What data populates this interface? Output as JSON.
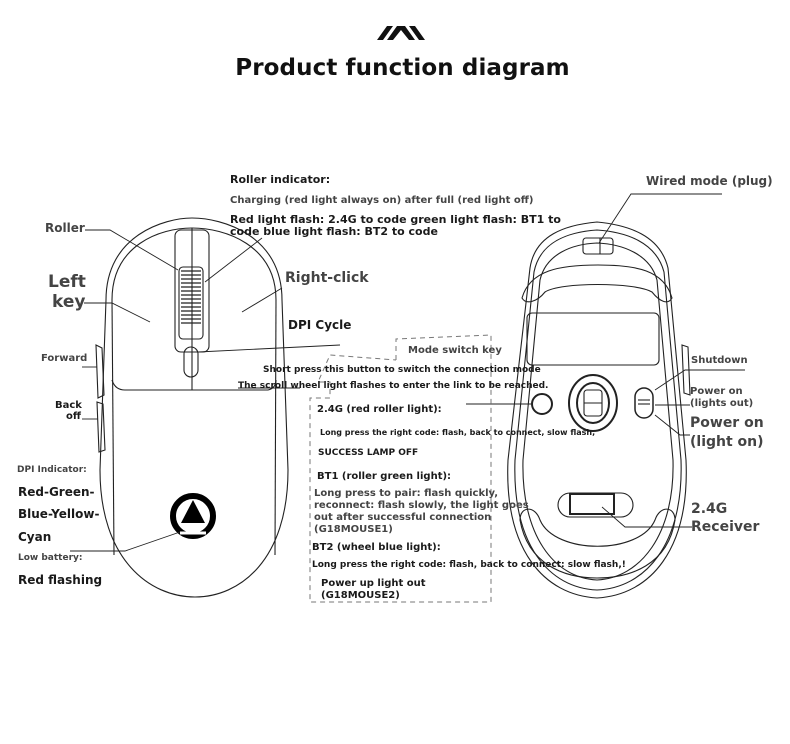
{
  "header": {
    "logo": "chevron-stripes-logo",
    "title": "Product function diagram"
  },
  "roller_indicator": {
    "heading": "Roller indicator:",
    "charging": "Charging (red light always on) after full (red light off)",
    "pairing_line1": "Red light flash: 2.4G to code green light flash: BT1 to",
    "pairing_line2": "code blue light flash: BT2 to code"
  },
  "top_view": {
    "roller": "Roller",
    "left_key_line1": "Left",
    "left_key_line2": "key",
    "right_click": "Right-click",
    "dpi_cycle": "DPI Cycle",
    "forward": "Forward",
    "back_line1": "Back",
    "back_line2": "off",
    "dpi_indicator_heading": "DPI Indicator:",
    "dpi_colors": [
      "Red-Green-",
      "Blue-Yellow-",
      "Cyan"
    ],
    "low_battery_heading": "Low battery:",
    "low_battery_value": "Red flashing"
  },
  "mode_switch": {
    "heading": "Mode switch key",
    "short_press": "Short press this button to switch the connection mode",
    "scroll_wheel": "The scroll wheel light flashes to enter the link to be reached.",
    "g24_heading": "2.4G (red roller light):",
    "g24_desc": "Long press the right code: flash, back to connect, slow flash,",
    "success": "SUCCESS LAMP OFF",
    "bt1_heading": "BT1 (roller green light):",
    "bt1_desc": [
      "Long press to pair: flash quickly,",
      "reconnect: flash slowly, the light goes",
      "out after successful connection",
      "(G18MOUSE1)"
    ],
    "bt2_heading": "BT2 (wheel blue light):",
    "bt2_desc": "Long press the right code: flash, back to connect: slow flash,!",
    "power_up": [
      "Power up light out",
      "(G18MOUSE2)"
    ]
  },
  "bottom_view": {
    "wired_mode": "Wired mode (plug)",
    "shutdown": "Shutdown",
    "power_on_out": [
      "Power on",
      "(lights out)"
    ],
    "power_on_on": [
      "Power on",
      "(light on)"
    ],
    "receiver": [
      "2.4G",
      "Receiver"
    ]
  }
}
